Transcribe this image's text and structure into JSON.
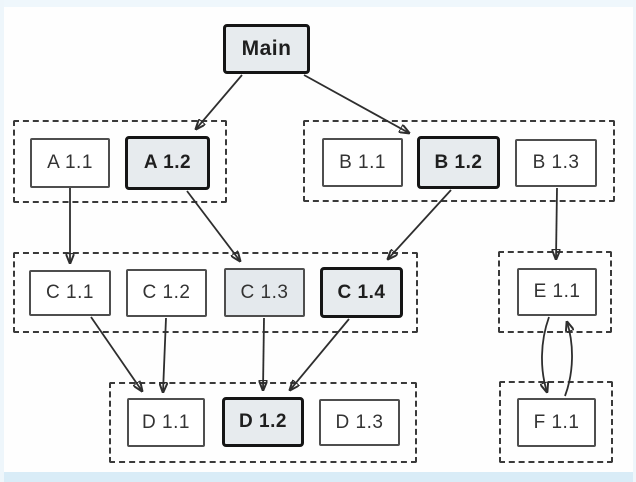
{
  "diagram": {
    "title": "module-dependency-graph",
    "colors": {
      "highlight_fill": "#e7ebee",
      "shaded_fill": "#e4e9ed",
      "plain_fill": "#ffffff",
      "thick_border": "#151515",
      "thin_border": "#4e4e4e",
      "group_dash_border": "#3a3a3a",
      "arrow": "#2e2e2e",
      "frame_tint": "#d9ecf7"
    },
    "nodes": {
      "main": {
        "label": "Main",
        "emphasized": true
      },
      "a11": {
        "label": "A 1.1",
        "emphasized": false
      },
      "a12": {
        "label": "A 1.2",
        "emphasized": true
      },
      "b11": {
        "label": "B 1.1",
        "emphasized": false
      },
      "b12": {
        "label": "B 1.2",
        "emphasized": true
      },
      "b13": {
        "label": "B 1.3",
        "emphasized": false
      },
      "c11": {
        "label": "C 1.1",
        "emphasized": false
      },
      "c12": {
        "label": "C 1.2",
        "emphasized": false
      },
      "c13": {
        "label": "C 1.3",
        "emphasized": false,
        "shaded": true
      },
      "c14": {
        "label": "C 1.4",
        "emphasized": true
      },
      "e11": {
        "label": "E 1.1",
        "emphasized": false
      },
      "d11": {
        "label": "D 1.1",
        "emphasized": false
      },
      "d12": {
        "label": "D 1.2",
        "emphasized": true
      },
      "d13": {
        "label": "D 1.3",
        "emphasized": false
      },
      "f11": {
        "label": "F 1.1",
        "emphasized": false
      }
    },
    "groups": [
      {
        "id": "group-a",
        "members": [
          "A 1.1",
          "A 1.2"
        ]
      },
      {
        "id": "group-b",
        "members": [
          "B 1.1",
          "B 1.2",
          "B 1.3"
        ]
      },
      {
        "id": "group-c",
        "members": [
          "C 1.1",
          "C 1.2",
          "C 1.3",
          "C 1.4"
        ]
      },
      {
        "id": "group-e",
        "members": [
          "E 1.1"
        ]
      },
      {
        "id": "group-d",
        "members": [
          "D 1.1",
          "D 1.2",
          "D 1.3"
        ]
      },
      {
        "id": "group-f",
        "members": [
          "F 1.1"
        ]
      }
    ],
    "edges": [
      {
        "from": "Main",
        "to": "A 1.2"
      },
      {
        "from": "Main",
        "to": "B 1.2"
      },
      {
        "from": "A 1.1",
        "to": "C 1.1"
      },
      {
        "from": "A 1.2",
        "to": "C 1.3"
      },
      {
        "from": "B 1.2",
        "to": "C 1.4"
      },
      {
        "from": "B 1.3",
        "to": "E 1.1"
      },
      {
        "from": "C 1.1",
        "to": "D 1.1"
      },
      {
        "from": "C 1.2",
        "to": "D 1.1"
      },
      {
        "from": "C 1.3",
        "to": "D 1.2"
      },
      {
        "from": "C 1.4",
        "to": "D 1.2"
      },
      {
        "from": "E 1.1",
        "to": "F 1.1"
      },
      {
        "from": "F 1.1",
        "to": "E 1.1"
      }
    ]
  }
}
